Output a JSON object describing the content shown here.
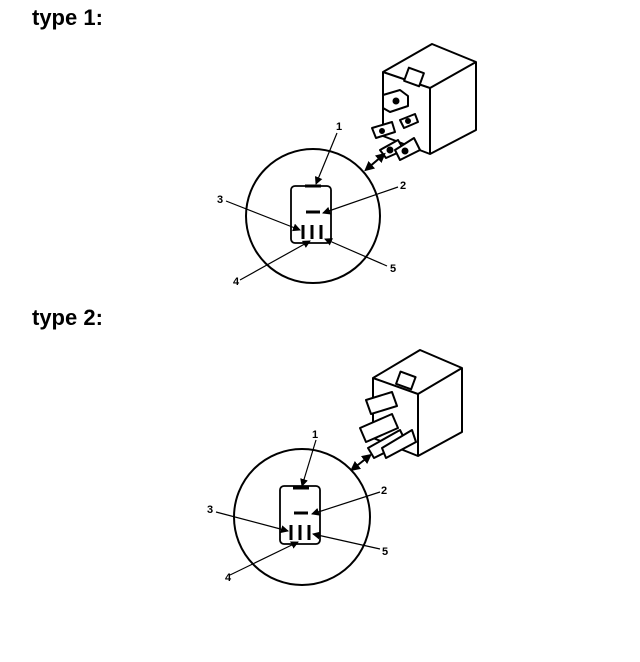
{
  "sections": [
    {
      "title": "type 1:",
      "callouts": [
        "1",
        "2",
        "3",
        "4",
        "5"
      ]
    },
    {
      "title": "type 2:",
      "callouts": [
        "1",
        "2",
        "3",
        "4",
        "5"
      ]
    }
  ]
}
